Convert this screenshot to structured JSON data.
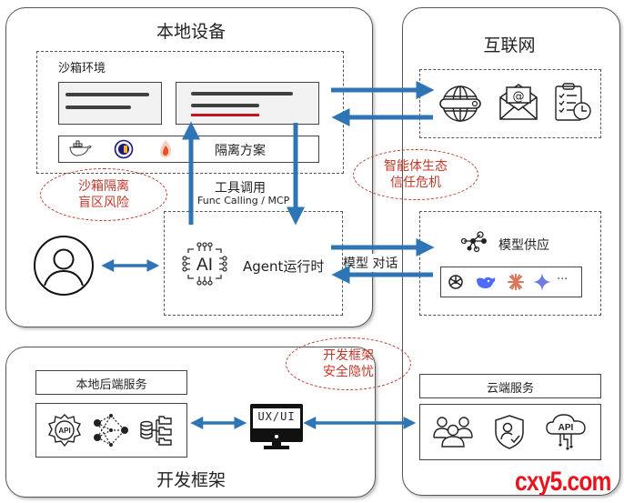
{
  "panels": {
    "local_device": {
      "title": "本地设备"
    },
    "internet": {
      "title": "互联网"
    },
    "dev_framework": {
      "title": "开发框架"
    }
  },
  "sandbox": {
    "label": "沙箱环境",
    "isolation_label": "隔离方案",
    "isolation_icons": [
      "docker-icon",
      "gvisor-icon",
      "firecracker-icon"
    ]
  },
  "tool_call": {
    "label": "工具调用",
    "sublabel": "Func Calling / MCP"
  },
  "agent": {
    "label": "Agent运行时",
    "icon": "ai-chip-icon"
  },
  "model_dialog": {
    "label": "模型 对话"
  },
  "model_supply": {
    "label": "模型供应",
    "providers": [
      "openai-icon",
      "deepseek-icon",
      "claude-icon",
      "gemini-icon"
    ],
    "more": "···"
  },
  "internet_services": [
    "web-search-icon",
    "email-icon",
    "task-schedule-icon"
  ],
  "risks": {
    "sandbox": [
      "沙箱隔离",
      "盲区风险"
    ],
    "ecosystem": [
      "智能体生态",
      "信任危机"
    ],
    "framework": [
      "开发框架",
      "安全隐忧"
    ]
  },
  "local_backend": {
    "label": "本地后端服务",
    "icons": [
      "api-gear-icon",
      "neural-network-icon",
      "database-folders-icon"
    ]
  },
  "ui": {
    "label": "UX/UI"
  },
  "cloud": {
    "label": "云端服务",
    "icons": [
      "users-icon",
      "shield-user-icon",
      "cloud-api-icon"
    ]
  },
  "watermark": "cxy5.com",
  "colors": {
    "arrow": "#2e75b6",
    "risk": "#c0392b",
    "watermark": "#e8141e"
  }
}
